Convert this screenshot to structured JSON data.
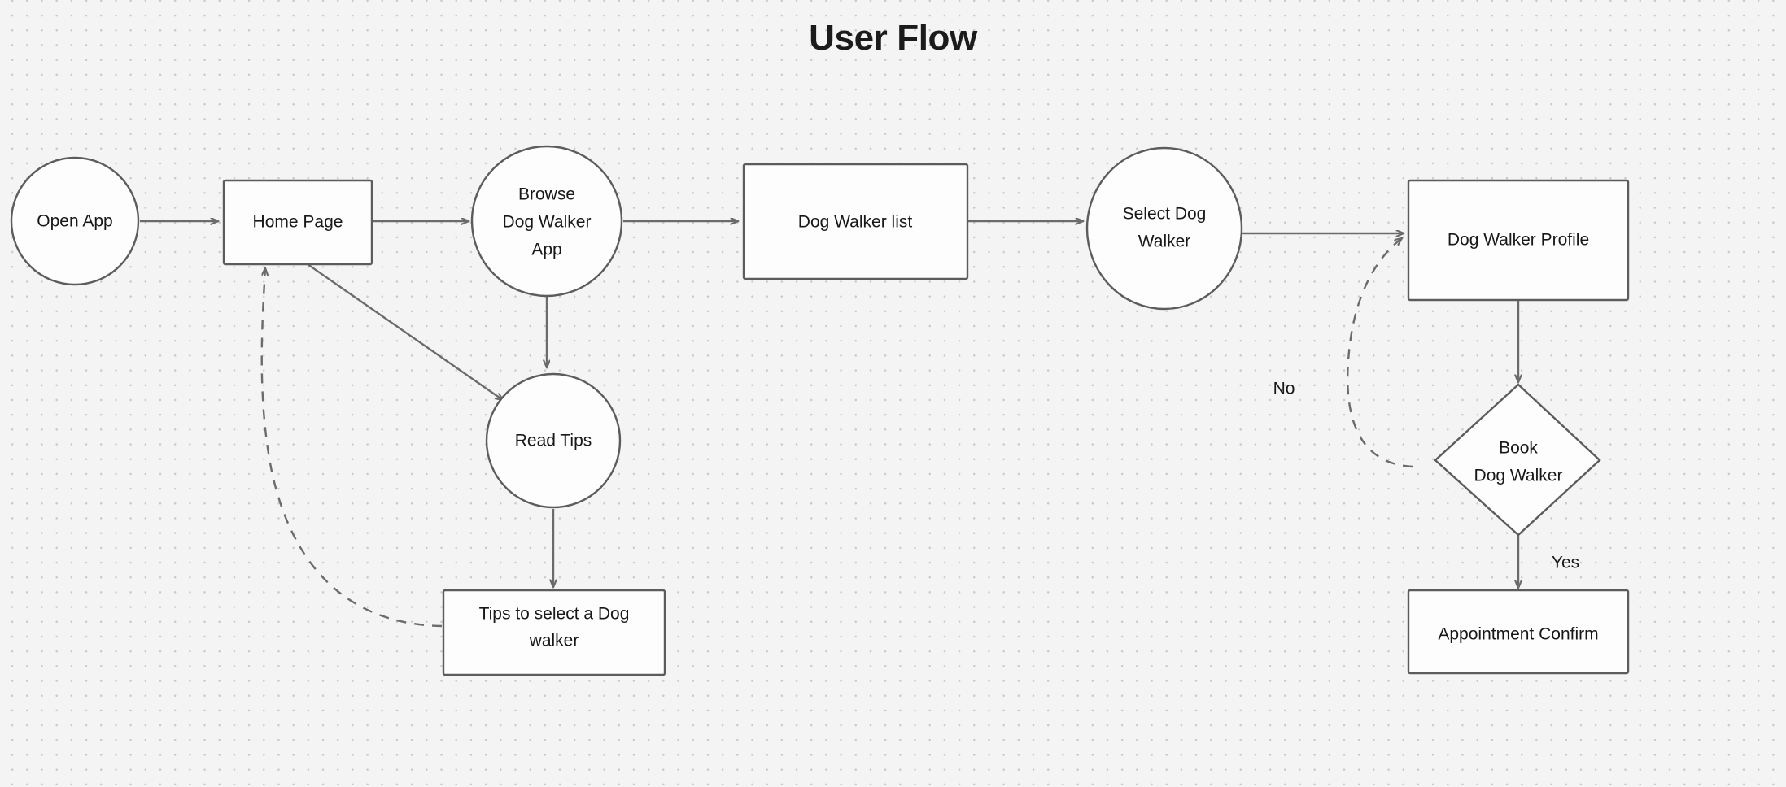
{
  "diagram": {
    "title": "User Flow",
    "background": {
      "canvas_color": "#f4f4f4",
      "dot_color": "#c9c9c9"
    },
    "style": {
      "node_fill": "#fdfdfd",
      "node_stroke": "#5c5c5c",
      "edge_stroke": "#6b6b6b",
      "text_color": "#18181b"
    },
    "nodes": [
      {
        "id": "open-app",
        "shape": "circle",
        "lines": [
          "Open App"
        ]
      },
      {
        "id": "home-page",
        "shape": "rectangle",
        "lines": [
          "Home Page"
        ]
      },
      {
        "id": "browse-app",
        "shape": "circle",
        "lines": [
          "Browse",
          "Dog Walker",
          "App"
        ]
      },
      {
        "id": "dog-walker-list",
        "shape": "rectangle",
        "lines": [
          "Dog Walker list"
        ]
      },
      {
        "id": "select-dog-walker",
        "shape": "ellipse",
        "lines": [
          "Select Dog",
          "Walker"
        ]
      },
      {
        "id": "dog-walker-profile",
        "shape": "rectangle",
        "lines": [
          "Dog Walker Profile"
        ]
      },
      {
        "id": "book-dog-walker",
        "shape": "diamond",
        "lines": [
          "Book",
          "Dog Walker"
        ]
      },
      {
        "id": "appointment-confirm",
        "shape": "rectangle",
        "lines": [
          "Appointment Confirm"
        ]
      },
      {
        "id": "read-tips",
        "shape": "circle",
        "lines": [
          "Read Tips"
        ]
      },
      {
        "id": "tips-to-select",
        "shape": "rectangle",
        "lines": [
          "Tips to select a Dog",
          "walker"
        ]
      }
    ],
    "edges": [
      {
        "from": "open-app",
        "to": "home-page",
        "style": "solid",
        "label": ""
      },
      {
        "from": "home-page",
        "to": "browse-app",
        "style": "solid",
        "label": ""
      },
      {
        "from": "browse-app",
        "to": "dog-walker-list",
        "style": "solid",
        "label": ""
      },
      {
        "from": "dog-walker-list",
        "to": "select-dog-walker",
        "style": "solid",
        "label": ""
      },
      {
        "from": "select-dog-walker",
        "to": "dog-walker-profile",
        "style": "solid",
        "label": ""
      },
      {
        "from": "dog-walker-profile",
        "to": "book-dog-walker",
        "style": "solid",
        "label": ""
      },
      {
        "from": "book-dog-walker",
        "to": "appointment-confirm",
        "style": "solid",
        "label": "Yes"
      },
      {
        "from": "book-dog-walker",
        "to": "dog-walker-profile",
        "style": "dashed",
        "label": "No"
      },
      {
        "from": "home-page",
        "to": "read-tips",
        "style": "solid",
        "label": ""
      },
      {
        "from": "browse-app",
        "to": "read-tips",
        "style": "solid",
        "label": ""
      },
      {
        "from": "read-tips",
        "to": "tips-to-select",
        "style": "solid",
        "label": ""
      },
      {
        "from": "tips-to-select",
        "to": "home-page",
        "style": "dashed",
        "label": ""
      }
    ],
    "edge_labels": {
      "no": "No",
      "yes": "Yes"
    }
  }
}
